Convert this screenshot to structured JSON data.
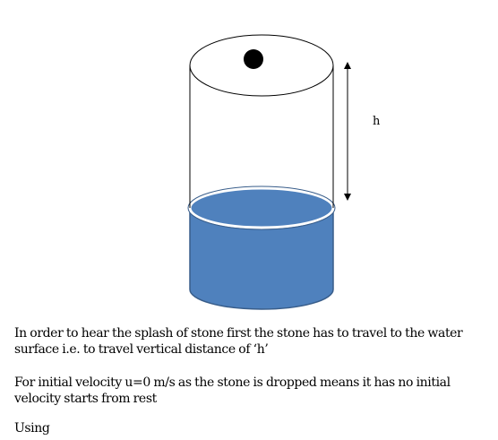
{
  "diagram": {
    "height_label": "h",
    "colors": {
      "water": "#4f81bd",
      "water_edge": "#385d8a",
      "outline": "#000000",
      "stone": "#000000"
    }
  },
  "text": {
    "paragraph_1": "In order to hear the splash of stone first the stone has to travel to the water surface i.e. to travel vertical distance of ‘h’",
    "paragraph_2": "For initial velocity u=0 m/s as the stone is dropped means it has no initial velocity starts from rest",
    "paragraph_3": "Using"
  }
}
